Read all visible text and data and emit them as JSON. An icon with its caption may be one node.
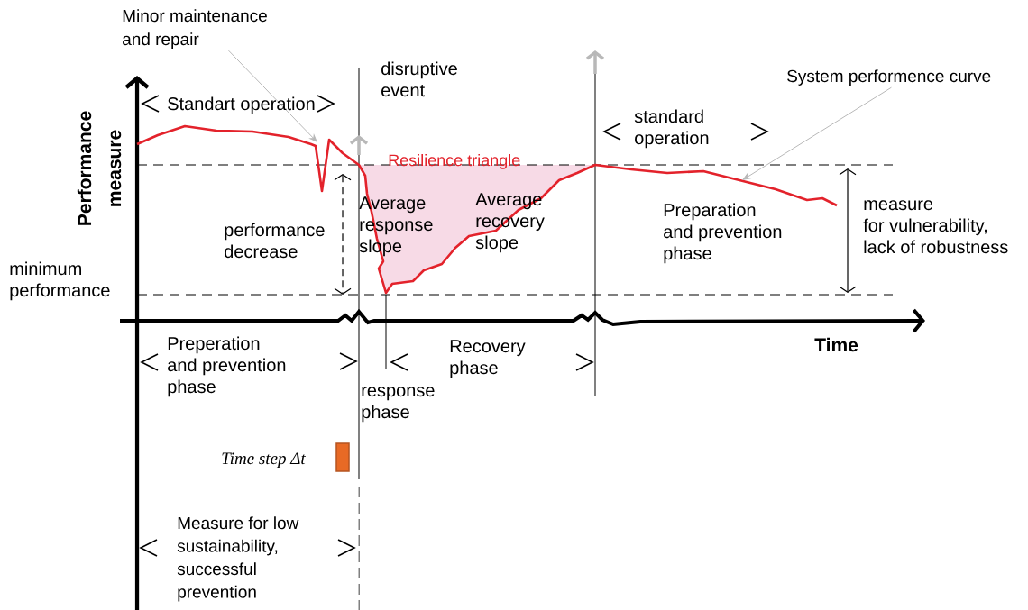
{
  "diagram": {
    "nodes": [
      {
        "text": [
          "Minor maintenance and repair"
        ]
      },
      {
        "text": [
          "System performence curve"
        ]
      }
    ],
    "edges": [
      {
        "from": 0,
        "to": null,
        "arrow": "to"
      },
      {
        "from": 1,
        "to": null,
        "arrow": "to"
      }
    ],
    "labels": [
      "Standart operation",
      "disruptive event",
      "Resilience triangle",
      "standard operation",
      "Performance measure",
      "Average response slope",
      "Average recovery slope",
      "performance decrease",
      "Preparation and prevention phase",
      "measure for vulnerability, lack of robustness",
      "minimum performance",
      "Time",
      "Preperation and prevention phase",
      "Recovery phase",
      "response phase",
      "Time step Δt",
      "Measure for low sustainability, successful prevention"
    ]
  }
}
